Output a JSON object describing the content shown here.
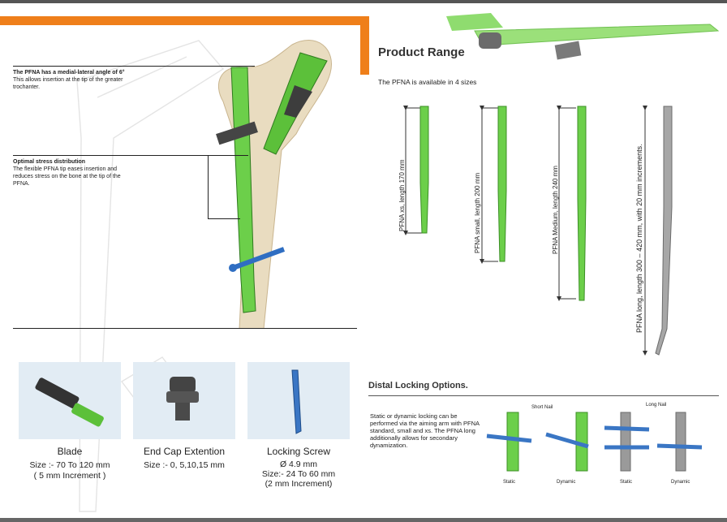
{
  "features": [
    {
      "title": "The PFNA has a medial-lateral angle of 6°",
      "text": "This allows insertion at the tip of the greater trochanter."
    },
    {
      "title": "Optimal stress distribution",
      "text": "The flexible PFNA tip eases insertion and reduces stress on the bone at the tip of the PFNA."
    }
  ],
  "product_range": {
    "title": "Product Range",
    "subtitle": "The PFNA is available in 4 sizes",
    "sizes": [
      "PFNA xs, length 170 mm",
      "PFNA small, length 200 mm",
      "PFNA Medium, length 240 mm",
      "PFNA long, length 300 – 420 mm, with 20 mm increments."
    ]
  },
  "components": [
    {
      "name": "Blade",
      "lines": [
        "Size :- 70 To 120 mm",
        "( 5 mm Increment )"
      ]
    },
    {
      "name": "End Cap Extention",
      "lines": [
        "Size :- 0, 5,10,15 mm"
      ]
    },
    {
      "name": "Locking Screw",
      "lines": [
        "Ø 4.9 mm",
        "Size:- 24 To 60 mm",
        "(2 mm Increment)"
      ]
    }
  ],
  "distal_locking": {
    "title": "Distal Locking Options.",
    "text": "Static or dynamic locking can be performed via the aiming arm with PFNA standard, small and xs. The PFNA long additionally allows for secondary dynamization.",
    "groups": [
      "Short Nail",
      "Long Nail"
    ],
    "labels": [
      "Static",
      "Dynamic",
      "Static",
      "Dynamic"
    ]
  },
  "colors": {
    "accent": "#ef7f1a",
    "nail": "#6ccf4a",
    "bone": "#e9dcc0",
    "screw": "#3a76c4",
    "steel": "#9a9a9a"
  }
}
